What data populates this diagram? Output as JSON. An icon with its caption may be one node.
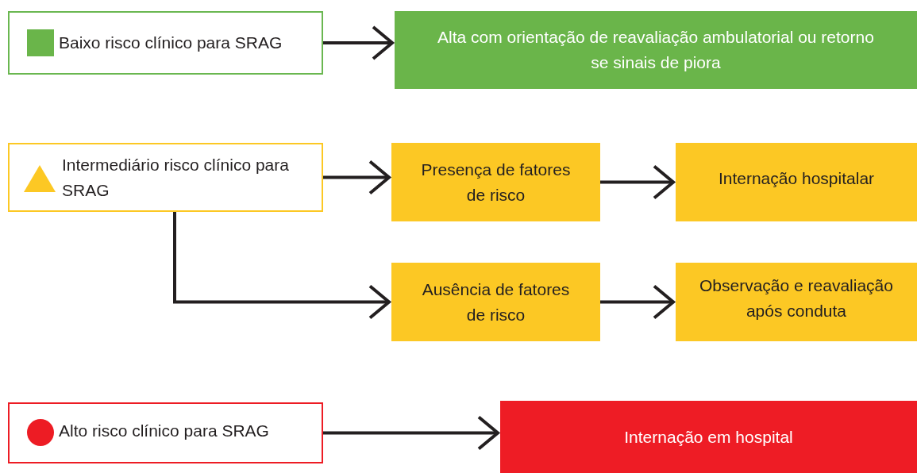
{
  "diagram": {
    "nodes": [
      {
        "text": [
          "Baixo risco clínico para SRAG"
        ]
      },
      {
        "text": [
          "Alta com orientação de reavaliação ambulatorial ou retorno se sinais de piora"
        ]
      },
      {
        "text": [
          "Intermediário risco clínico para SRAG"
        ]
      },
      {
        "text": [
          "Presença de fatores de risco"
        ]
      },
      {
        "text": [
          "Internação hospitalar"
        ]
      },
      {
        "text": [
          "Ausência de fatores de risco"
        ]
      },
      {
        "text": [
          "Observação e reavaliação após conduta"
        ]
      },
      {
        "text": [
          "Alto risco clínico para SRAG"
        ]
      },
      {
        "text": [
          "Internação em hospital"
        ]
      }
    ],
    "edges": [
      {
        "from": 0,
        "to": 1,
        "arrow": "to"
      },
      {
        "from": 2,
        "to": 3,
        "arrow": "to"
      },
      {
        "from": 3,
        "to": 4,
        "arrow": "to"
      },
      {
        "from": 2,
        "to": 5,
        "arrow": "to"
      },
      {
        "from": 5,
        "to": 6,
        "arrow": "to"
      },
      {
        "from": 7,
        "to": 8,
        "arrow": "to"
      }
    ]
  }
}
